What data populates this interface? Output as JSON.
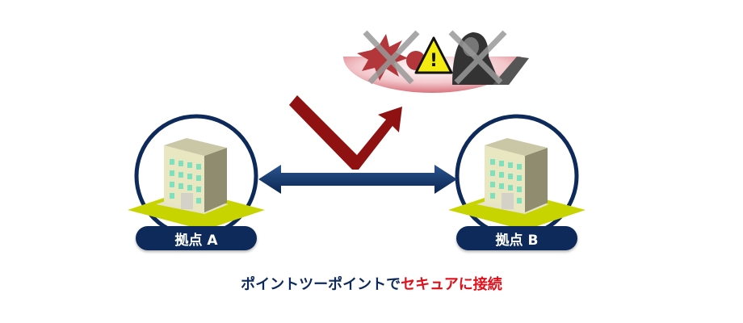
{
  "sites": [
    {
      "label": "拠点 A"
    },
    {
      "label": "拠点 B"
    }
  ],
  "caption": {
    "part1": "ポイントツーポイントで",
    "part2": "セキュアに接続"
  },
  "threat": {
    "warning_symbol": "!"
  },
  "colors": {
    "navy": "#0d2a5a",
    "red": "#e0101a",
    "arrow_red": "#8f1111",
    "ground": "#c8d400"
  }
}
